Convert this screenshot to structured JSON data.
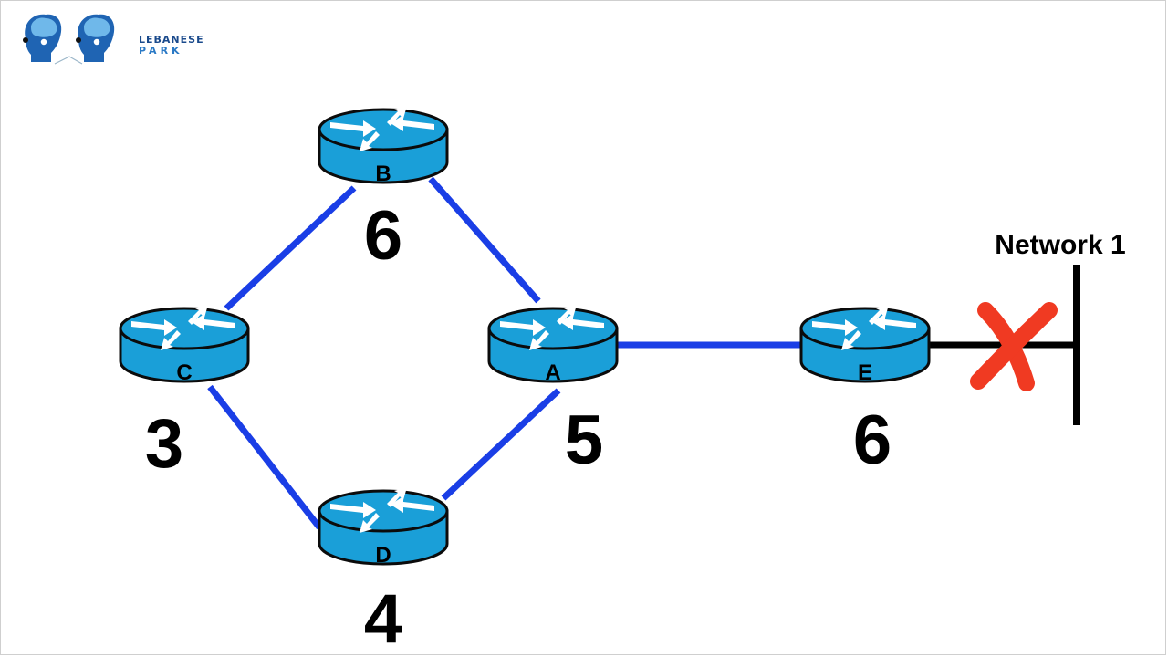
{
  "logo": {
    "line1": "LEBANESE",
    "line2": "PARK"
  },
  "colors": {
    "link": "#1a3ee6",
    "router_body": "#1a9fd8",
    "router_outline": "#0b0b0b",
    "failure_mark": "#f03a22",
    "network_line": "#000000"
  },
  "routers": [
    {
      "id": "B",
      "label": "B",
      "metric": "6"
    },
    {
      "id": "C",
      "label": "C",
      "metric": "3"
    },
    {
      "id": "A",
      "label": "A",
      "metric": "5"
    },
    {
      "id": "D",
      "label": "D",
      "metric": "4"
    },
    {
      "id": "E",
      "label": "E",
      "metric": "6"
    }
  ],
  "links": [
    {
      "from": "C",
      "to": "B"
    },
    {
      "from": "B",
      "to": "A"
    },
    {
      "from": "C",
      "to": "D"
    },
    {
      "from": "D",
      "to": "A"
    },
    {
      "from": "A",
      "to": "E"
    }
  ],
  "network": {
    "label": "Network 1",
    "status": "failed"
  },
  "icons": {
    "router": "router-icon",
    "failure": "x-mark-icon"
  }
}
